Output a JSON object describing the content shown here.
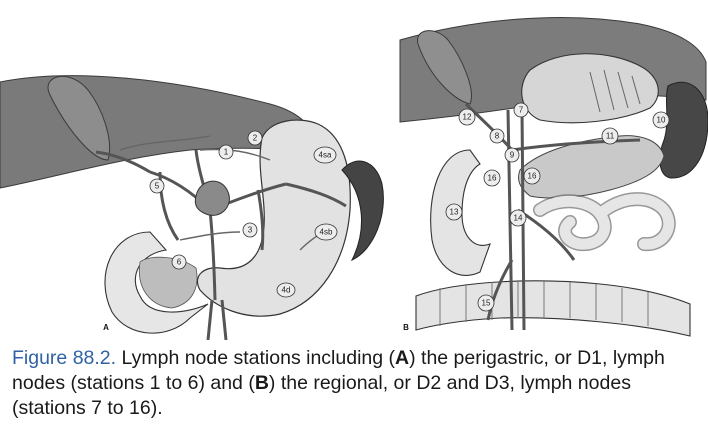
{
  "figure": {
    "panels": [
      {
        "label": "A",
        "node_stations": [
          "1",
          "2",
          "3",
          "4sa",
          "4sb",
          "4d",
          "5",
          "6"
        ]
      },
      {
        "label": "B",
        "node_stations": [
          "7",
          "8",
          "9",
          "10",
          "11",
          "12",
          "13",
          "14",
          "15",
          "16",
          "16"
        ]
      }
    ],
    "caption": {
      "number": "Figure 88.2.",
      "text_1": " Lymph node stations including (",
      "bold_1": "A",
      "text_2": ") the perigastric, or D1, lymph nodes (stations 1 to 6) and (",
      "bold_2": "B",
      "text_3": ") the regional, or D2 and D3, lymph nodes (stations 7 to 16)."
    }
  },
  "colors": {
    "liver": "#7c7c7c",
    "organ_light": "#e0e0e0",
    "spleen": "#444444",
    "caption_number": "#2f62a5"
  }
}
